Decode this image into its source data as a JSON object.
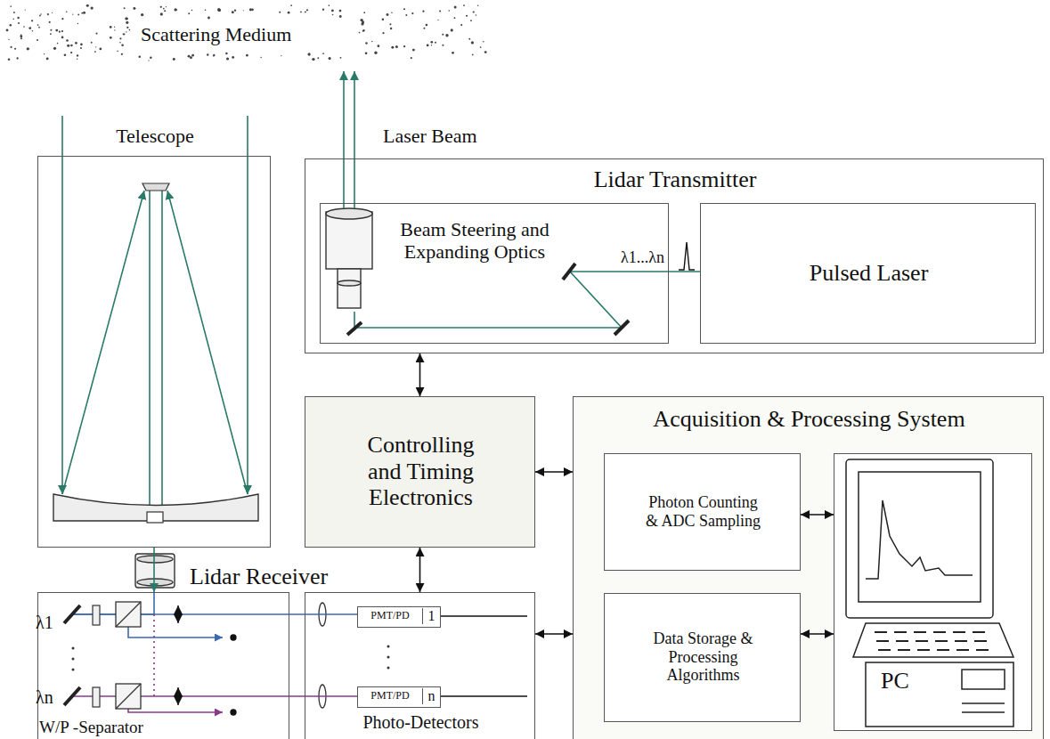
{
  "diagram": {
    "nodes": [
      {
        "text": [
          "Telescope"
        ]
      },
      {
        "text": [
          "Lidar Transmitter"
        ]
      },
      {
        "text": [
          "Beam Steering and Expanding Optics"
        ],
        "in": 1
      },
      {
        "text": [
          "Pulsed Laser"
        ],
        "in": 1
      },
      {
        "text": [
          "Controlling and Timing Electronics"
        ]
      },
      {
        "text": [
          "Acquisition & Processing System"
        ]
      },
      {
        "text": [
          "Photon Counting & ADC Sampling"
        ],
        "in": 5
      },
      {
        "text": [
          "Data Storage & Processing Algorithms"
        ],
        "in": 5
      },
      {
        "text": [
          "PC"
        ],
        "in": 5
      },
      {
        "text": [
          "Lidar Receiver"
        ]
      },
      {
        "text": [
          "Photo-Detectors"
        ]
      },
      {
        "text": [
          "PMT/PD",
          "1"
        ],
        "in": 10
      },
      {
        "text": [
          "PMT/PD",
          "n"
        ],
        "in": 10
      }
    ],
    "edges": [
      {
        "from": 1,
        "to": 4,
        "arrow": "both"
      },
      {
        "from": 4,
        "to": 5,
        "arrow": "both"
      },
      {
        "from": 4,
        "to": 10,
        "arrow": "both"
      },
      {
        "from": 10,
        "to": 5,
        "arrow": "both"
      },
      {
        "from": 6,
        "to": 8,
        "arrow": "both"
      },
      {
        "from": 7,
        "to": 8,
        "arrow": "both"
      },
      {
        "from": 3,
        "to": 2,
        "label": "λ1...λn",
        "arrow": "none"
      },
      {
        "from": 0,
        "to": 9,
        "arrow": "to"
      },
      {
        "from": 9,
        "to": 11,
        "arrow": "none"
      },
      {
        "from": 9,
        "to": 12,
        "arrow": "none"
      }
    ],
    "labels": [
      "Scattering Medium",
      "Laser Beam",
      "λ1",
      "λn",
      "W/P -Separator"
    ]
  }
}
